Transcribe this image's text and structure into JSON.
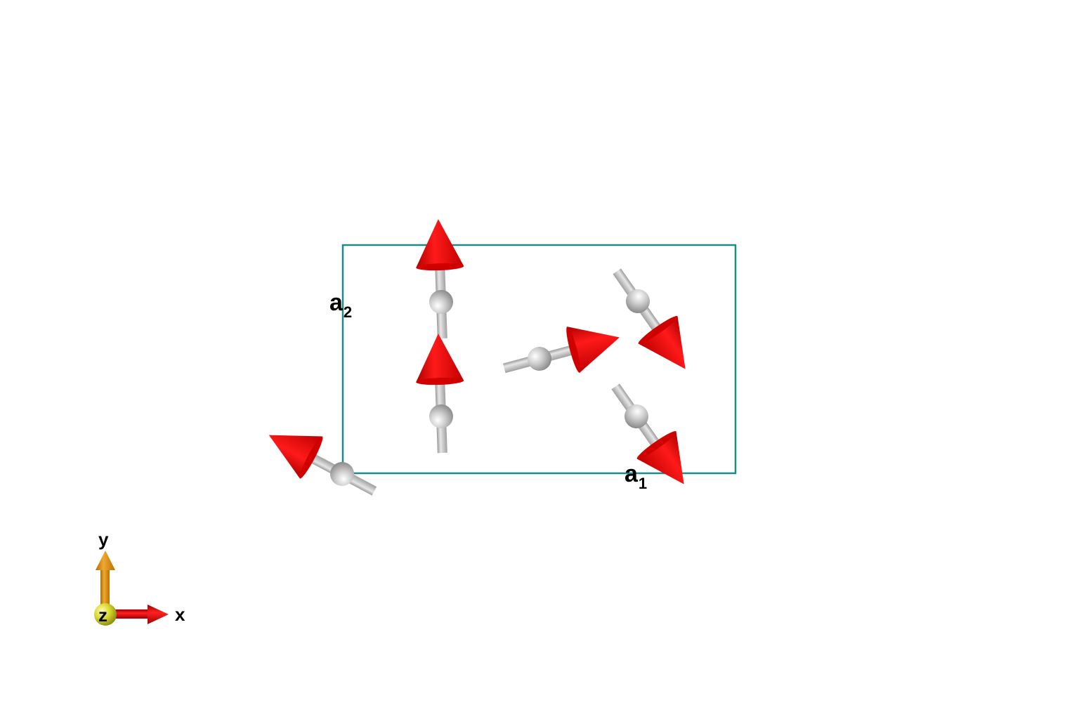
{
  "lattice": {
    "vector_a1": {
      "letter": "a",
      "subscript": "1"
    },
    "vector_a2": {
      "letter": "a",
      "subscript": "2"
    }
  },
  "axes_triad": {
    "x_label": "x",
    "y_label": "y",
    "z_label": "z"
  },
  "colors": {
    "cell_edge": "#1f8a8a",
    "spin_cone": "#ff0000",
    "spin_rod": "#c8c8c8",
    "x_axis": "#e00000",
    "y_axis": "#e89a10",
    "z_axis": "#d8d830"
  },
  "icons": [
    "moment-arrow-icon",
    "axis-triad-icon"
  ]
}
